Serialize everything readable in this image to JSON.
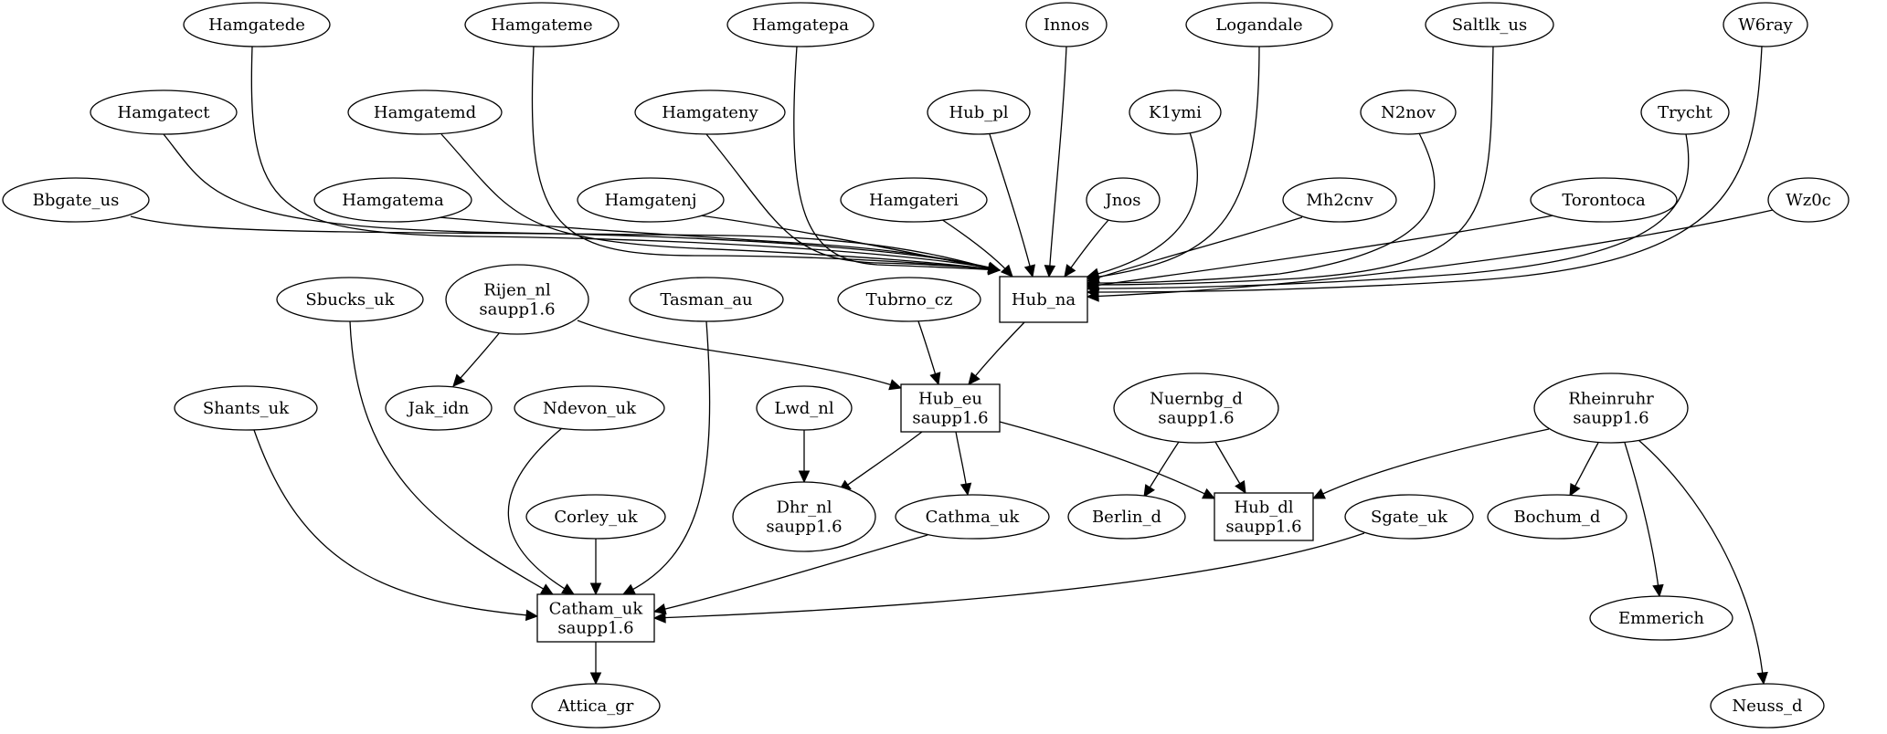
{
  "nodes": [
    {
      "id": "hamgatede",
      "label": [
        "Hamgatede"
      ],
      "shape": "ellipse"
    },
    {
      "id": "hamgateme",
      "label": [
        "Hamgateme"
      ],
      "shape": "ellipse"
    },
    {
      "id": "hamgatepa",
      "label": [
        "Hamgatepa"
      ],
      "shape": "ellipse"
    },
    {
      "id": "innos",
      "label": [
        "Innos"
      ],
      "shape": "ellipse"
    },
    {
      "id": "logandale",
      "label": [
        "Logandale"
      ],
      "shape": "ellipse"
    },
    {
      "id": "saltlk_us",
      "label": [
        "Saltlk_us"
      ],
      "shape": "ellipse"
    },
    {
      "id": "w6ray",
      "label": [
        "W6ray"
      ],
      "shape": "ellipse"
    },
    {
      "id": "hamgatect",
      "label": [
        "Hamgatect"
      ],
      "shape": "ellipse"
    },
    {
      "id": "hamgatemd",
      "label": [
        "Hamgatemd"
      ],
      "shape": "ellipse"
    },
    {
      "id": "hamgateny",
      "label": [
        "Hamgateny"
      ],
      "shape": "ellipse"
    },
    {
      "id": "hub_pl",
      "label": [
        "Hub_pl"
      ],
      "shape": "ellipse"
    },
    {
      "id": "k1ymi",
      "label": [
        "K1ymi"
      ],
      "shape": "ellipse"
    },
    {
      "id": "n2nov",
      "label": [
        "N2nov"
      ],
      "shape": "ellipse"
    },
    {
      "id": "trycht",
      "label": [
        "Trycht"
      ],
      "shape": "ellipse"
    },
    {
      "id": "bbgate_us",
      "label": [
        "Bbgate_us"
      ],
      "shape": "ellipse"
    },
    {
      "id": "hamgatema",
      "label": [
        "Hamgatema"
      ],
      "shape": "ellipse"
    },
    {
      "id": "hamgatenj",
      "label": [
        "Hamgatenj"
      ],
      "shape": "ellipse"
    },
    {
      "id": "hamgateri",
      "label": [
        "Hamgateri"
      ],
      "shape": "ellipse"
    },
    {
      "id": "jnos",
      "label": [
        "Jnos"
      ],
      "shape": "ellipse"
    },
    {
      "id": "mh2cnv",
      "label": [
        "Mh2cnv"
      ],
      "shape": "ellipse"
    },
    {
      "id": "torontoca",
      "label": [
        "Torontoca"
      ],
      "shape": "ellipse"
    },
    {
      "id": "wz0c",
      "label": [
        "Wz0c"
      ],
      "shape": "ellipse"
    },
    {
      "id": "hub_na",
      "label": [
        "Hub_na"
      ],
      "shape": "box"
    },
    {
      "id": "sbucks_uk",
      "label": [
        "Sbucks_uk"
      ],
      "shape": "ellipse"
    },
    {
      "id": "rijen_nl",
      "label": [
        "Rijen_nl",
        "saupp1.6"
      ],
      "shape": "ellipse"
    },
    {
      "id": "tasman_au",
      "label": [
        "Tasman_au"
      ],
      "shape": "ellipse"
    },
    {
      "id": "tubrno_cz",
      "label": [
        "Tubrno_cz"
      ],
      "shape": "ellipse"
    },
    {
      "id": "shants_uk",
      "label": [
        "Shants_uk"
      ],
      "shape": "ellipse"
    },
    {
      "id": "jak_idn",
      "label": [
        "Jak_idn"
      ],
      "shape": "ellipse"
    },
    {
      "id": "ndevon_uk",
      "label": [
        "Ndevon_uk"
      ],
      "shape": "ellipse"
    },
    {
      "id": "lwd_nl",
      "label": [
        "Lwd_nl"
      ],
      "shape": "ellipse"
    },
    {
      "id": "hub_eu",
      "label": [
        "Hub_eu",
        "saupp1.6"
      ],
      "shape": "box"
    },
    {
      "id": "nuernbg_d",
      "label": [
        "Nuernbg_d",
        "saupp1.6"
      ],
      "shape": "ellipse"
    },
    {
      "id": "rheinruhr",
      "label": [
        "Rheinruhr",
        "saupp1.6"
      ],
      "shape": "ellipse"
    },
    {
      "id": "corley_uk",
      "label": [
        "Corley_uk"
      ],
      "shape": "ellipse"
    },
    {
      "id": "dhr_nl",
      "label": [
        "Dhr_nl",
        "saupp1.6"
      ],
      "shape": "ellipse"
    },
    {
      "id": "cathma_uk",
      "label": [
        "Cathma_uk"
      ],
      "shape": "ellipse"
    },
    {
      "id": "berlin_d",
      "label": [
        "Berlin_d"
      ],
      "shape": "ellipse"
    },
    {
      "id": "hub_dl",
      "label": [
        "Hub_dl",
        "saupp1.6"
      ],
      "shape": "box"
    },
    {
      "id": "sgate_uk",
      "label": [
        "Sgate_uk"
      ],
      "shape": "ellipse"
    },
    {
      "id": "bochum_d",
      "label": [
        "Bochum_d"
      ],
      "shape": "ellipse"
    },
    {
      "id": "catham_uk",
      "label": [
        "Catham_uk",
        "saupp1.6"
      ],
      "shape": "box"
    },
    {
      "id": "emmerich",
      "label": [
        "Emmerich"
      ],
      "shape": "ellipse"
    },
    {
      "id": "attica_gr",
      "label": [
        "Attica_gr"
      ],
      "shape": "ellipse"
    },
    {
      "id": "neuss_d",
      "label": [
        "Neuss_d"
      ],
      "shape": "ellipse"
    }
  ],
  "edges": [
    {
      "from": "bbgate_us",
      "to": "hub_na"
    },
    {
      "from": "hamgatect",
      "to": "hub_na"
    },
    {
      "from": "hamgatede",
      "to": "hub_na"
    },
    {
      "from": "hamgatema",
      "to": "hub_na"
    },
    {
      "from": "hamgatemd",
      "to": "hub_na"
    },
    {
      "from": "hamgateme",
      "to": "hub_na"
    },
    {
      "from": "hamgatenj",
      "to": "hub_na"
    },
    {
      "from": "hamgateny",
      "to": "hub_na"
    },
    {
      "from": "hamgatepa",
      "to": "hub_na"
    },
    {
      "from": "hamgateri",
      "to": "hub_na"
    },
    {
      "from": "hub_pl",
      "to": "hub_na"
    },
    {
      "from": "innos",
      "to": "hub_na"
    },
    {
      "from": "jnos",
      "to": "hub_na"
    },
    {
      "from": "k1ymi",
      "to": "hub_na"
    },
    {
      "from": "logandale",
      "to": "hub_na"
    },
    {
      "from": "mh2cnv",
      "to": "hub_na"
    },
    {
      "from": "n2nov",
      "to": "hub_na"
    },
    {
      "from": "saltlk_us",
      "to": "hub_na"
    },
    {
      "from": "torontoca",
      "to": "hub_na"
    },
    {
      "from": "trycht",
      "to": "hub_na"
    },
    {
      "from": "w6ray",
      "to": "hub_na"
    },
    {
      "from": "wz0c",
      "to": "hub_na"
    },
    {
      "from": "hub_na",
      "to": "hub_eu"
    },
    {
      "from": "rijen_nl",
      "to": "jak_idn"
    },
    {
      "from": "rijen_nl",
      "to": "hub_eu"
    },
    {
      "from": "tubrno_cz",
      "to": "hub_eu"
    },
    {
      "from": "lwd_nl",
      "to": "dhr_nl"
    },
    {
      "from": "hub_eu",
      "to": "dhr_nl"
    },
    {
      "from": "hub_eu",
      "to": "cathma_uk"
    },
    {
      "from": "hub_eu",
      "to": "hub_dl"
    },
    {
      "from": "nuernbg_d",
      "to": "berlin_d"
    },
    {
      "from": "nuernbg_d",
      "to": "hub_dl"
    },
    {
      "from": "rheinruhr",
      "to": "hub_dl"
    },
    {
      "from": "rheinruhr",
      "to": "bochum_d"
    },
    {
      "from": "rheinruhr",
      "to": "emmerich"
    },
    {
      "from": "rheinruhr",
      "to": "neuss_d"
    },
    {
      "from": "shants_uk",
      "to": "catham_uk"
    },
    {
      "from": "sbucks_uk",
      "to": "catham_uk"
    },
    {
      "from": "ndevon_uk",
      "to": "catham_uk"
    },
    {
      "from": "corley_uk",
      "to": "catham_uk"
    },
    {
      "from": "tasman_au",
      "to": "catham_uk"
    },
    {
      "from": "cathma_uk",
      "to": "catham_uk"
    },
    {
      "from": "sgate_uk",
      "to": "catham_uk"
    },
    {
      "from": "catham_uk",
      "to": "attica_gr"
    }
  ]
}
